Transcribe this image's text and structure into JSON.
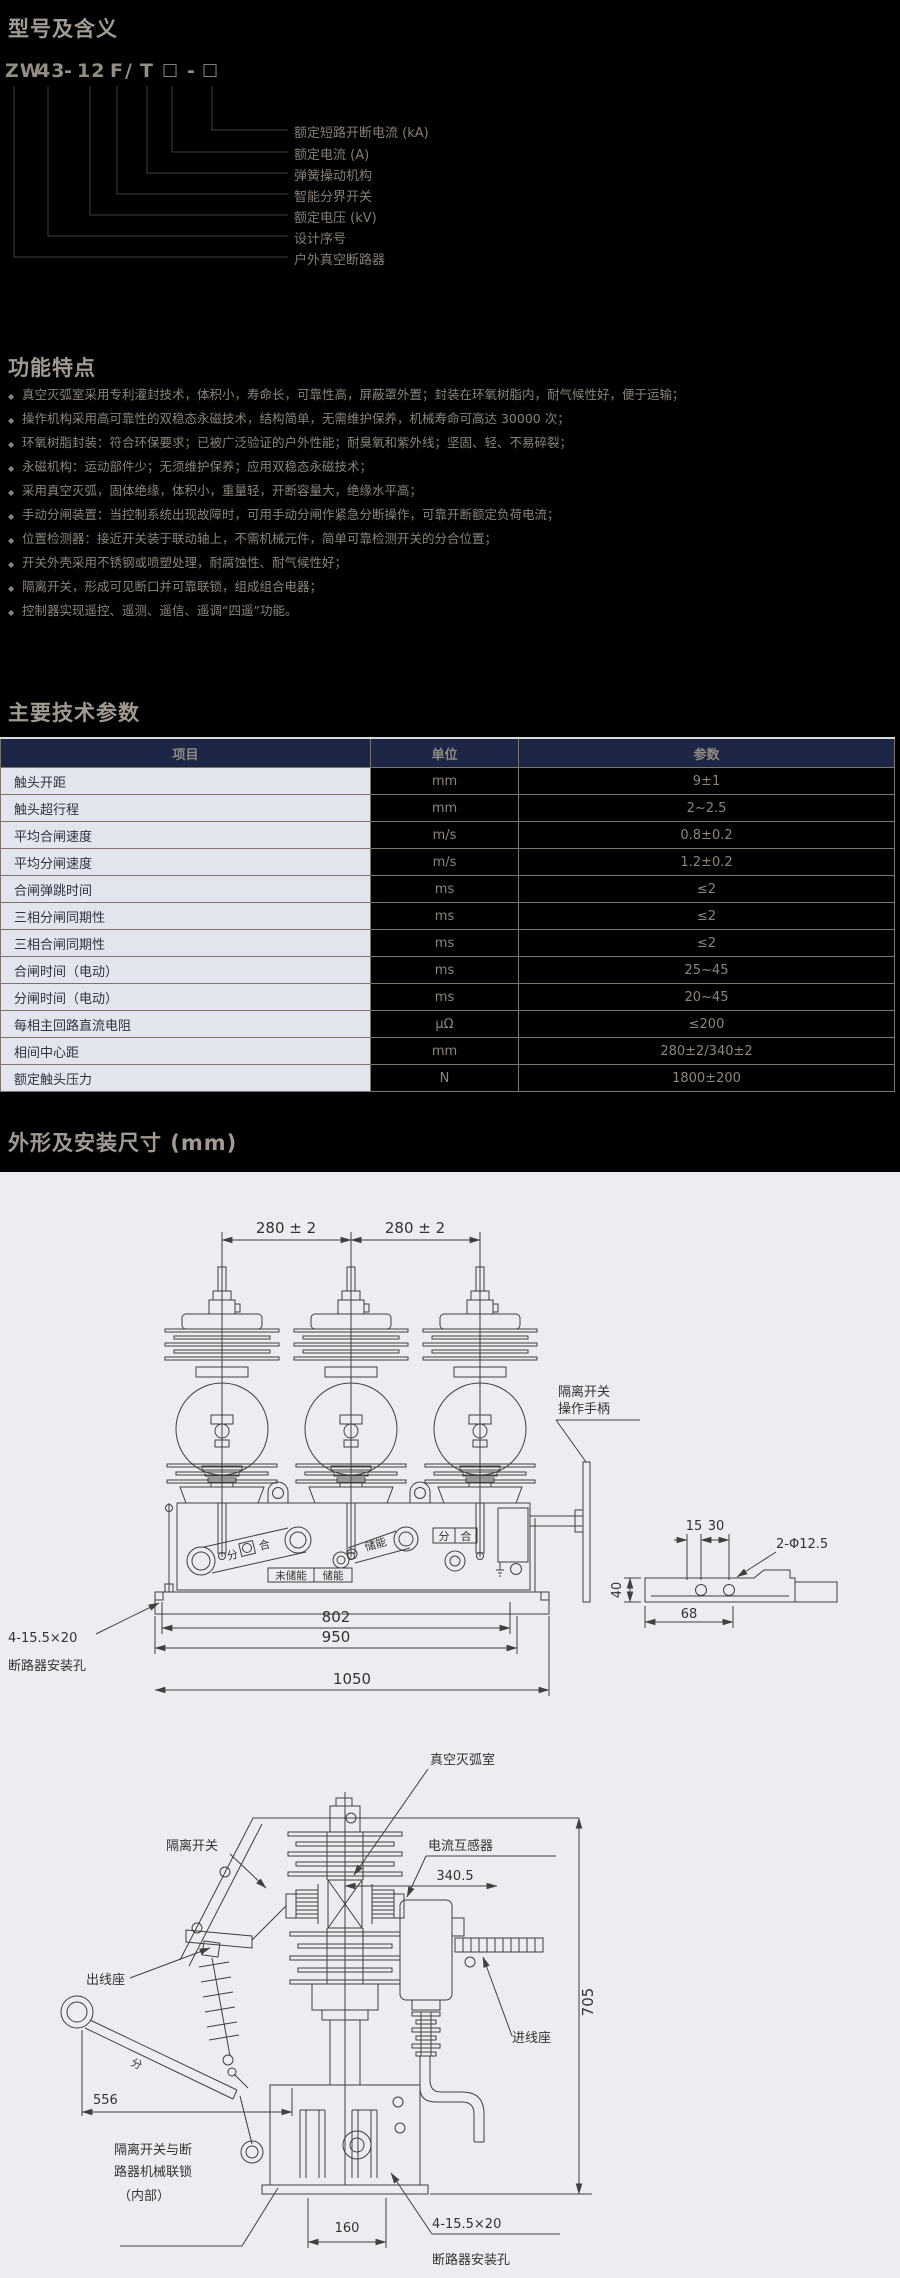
{
  "page": {
    "background": "#000000",
    "panel_background": "#ebedf1",
    "table_header_color": "#1d2646"
  },
  "model_section": {
    "title": "型号及含义",
    "model_parts": [
      "ZW",
      "43",
      "-",
      "12",
      "F",
      "/",
      "T",
      "□",
      "-",
      "□"
    ],
    "tree_labels": [
      "额定短路开断电流 (kA)",
      "额定电流 (A)",
      "弹簧操动机构",
      "智能分界开关",
      "额定电压 (kV)",
      "设计序号",
      "户外真空断路器"
    ]
  },
  "features": {
    "title": "功能特点",
    "bullets": [
      "真空灭弧室采用专利灌封技术，体积小，寿命长，可靠性高，屏蔽罩外置；封装在环氧树脂内，耐气候性好，便于运输；",
      "操作机构采用高可靠性的双稳态永磁技术，结构简单，无需维护保养，机械寿命可高达 30000 次；",
      "环氧树脂封装：符合环保要求；已被广泛验证的户外性能；耐臭氧和紫外线；坚固、轻、不易碎裂；",
      "永磁机构：运动部件少；无须维护保养；应用双稳态永磁技术；",
      "采用真空灭弧，固体绝缘，体积小，重量轻，开断容量大，绝缘水平高；",
      "手动分闸装置：当控制系统出现故障时，可用手动分闸作紧急分断操作，可靠开断额定负荷电流；",
      "位置检测器：接近开关装于联动轴上，不需机械元件，简单可靠检测开关的分合位置；",
      "开关外壳采用不锈钢或喷塑处理，耐腐蚀性、耐气候性好；",
      "隔离开关，形成可见断口并可靠联锁，组成组合电器；",
      "控制器实现遥控、遥测、遥信、遥调“四遥”功能。"
    ]
  },
  "parameters": {
    "title": "主要技术参数",
    "headers": [
      "项目",
      "单位",
      "参数"
    ],
    "rows": [
      [
        "触头开距",
        "mm",
        "9±1"
      ],
      [
        "触头超行程",
        "mm",
        "2~2.5"
      ],
      [
        "平均合闸速度",
        "m/s",
        "0.8±0.2"
      ],
      [
        "平均分闸速度",
        "m/s",
        "1.2±0.2"
      ],
      [
        "合闸弹跳时间",
        "ms",
        "≤2"
      ],
      [
        "三相分闸同期性",
        "ms",
        "≤2"
      ],
      [
        "三相合闸同期性",
        "ms",
        "≤2"
      ],
      [
        "合闸时间（电动）",
        "ms",
        "25~45"
      ],
      [
        "分闸时间（电动）",
        "ms",
        "20~45"
      ],
      [
        "每相主回路直流电阻",
        "μΩ",
        "≤200"
      ],
      [
        "相间中心距",
        "mm",
        "280±2/340±2"
      ],
      [
        "额定触头压力",
        "N",
        "1800±200"
      ]
    ]
  },
  "outline": {
    "title": "外形及安装尺寸 (mm)",
    "front": {
      "dim_280_a": "280 ± 2",
      "dim_280_b": "280 ± 2",
      "handle_line1": "隔离开关",
      "handle_line2": "操作手柄",
      "link_open": "分",
      "link_close": "合",
      "link_charge": "储能",
      "state_uncharged": "未储能",
      "state_charged": "储能",
      "ind_open": "分",
      "ind_close": "合",
      "dim_15": "15",
      "dim_30": "30",
      "hole_note": "2-Φ12.5",
      "dim_40": "40",
      "dim_68": "68",
      "dim_802": "802",
      "dim_950": "950",
      "dim_1050": "1050",
      "mount_note": "4-15.5×20",
      "mount_label": "断路器安装孔"
    },
    "side": {
      "vacuum_label": "真空灭弧室",
      "isolator_label": "隔离开关",
      "ct_label": "电流互感器",
      "dim_340": "340.5",
      "dim_705": "705",
      "outlet_label": "出线座",
      "inlet_label": "进线座",
      "dim_556": "556",
      "lever_char": "分",
      "interlock_line1": "隔离开关与断",
      "interlock_line2": "路器机械联锁",
      "interlock_line3": "（内部）",
      "dim_160": "160",
      "mount_note": "4-15.5×20",
      "mount_label": "断路器安装孔"
    }
  }
}
